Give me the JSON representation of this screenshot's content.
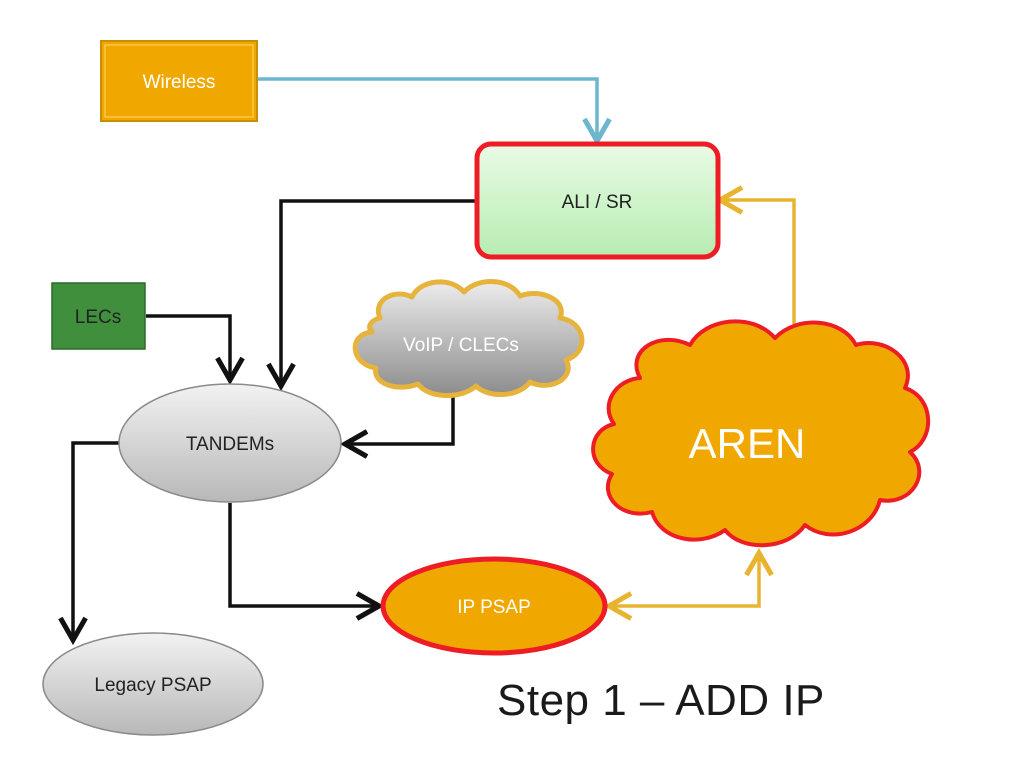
{
  "slide": {
    "title": "Step 1 –  ADD IP"
  },
  "nodes": {
    "wireless": "Wireless",
    "ali_sr": "ALI / SR",
    "lecs": "LECs",
    "voip_clecs": "VoIP / CLECs",
    "tandems": "TANDEMs",
    "aren": "AREN",
    "ip_psap": "IP PSAP",
    "legacy_psap": "Legacy PSAP"
  },
  "colors": {
    "wireless_fill": "#f0a800",
    "ali_fill": "#ccf5c8",
    "ali_border": "#ee1c24",
    "lecs_fill": "#3f8f3c",
    "aren_fill": "#f0a800",
    "aren_border": "#ee1c24",
    "ip_psap_fill": "#f0a800",
    "ip_psap_border": "#ee1c24",
    "gray_fill": "#d9d9d9",
    "blue_connector": "#6cb6d0",
    "gold_connector": "#e8b430",
    "black_connector": "#111111"
  }
}
